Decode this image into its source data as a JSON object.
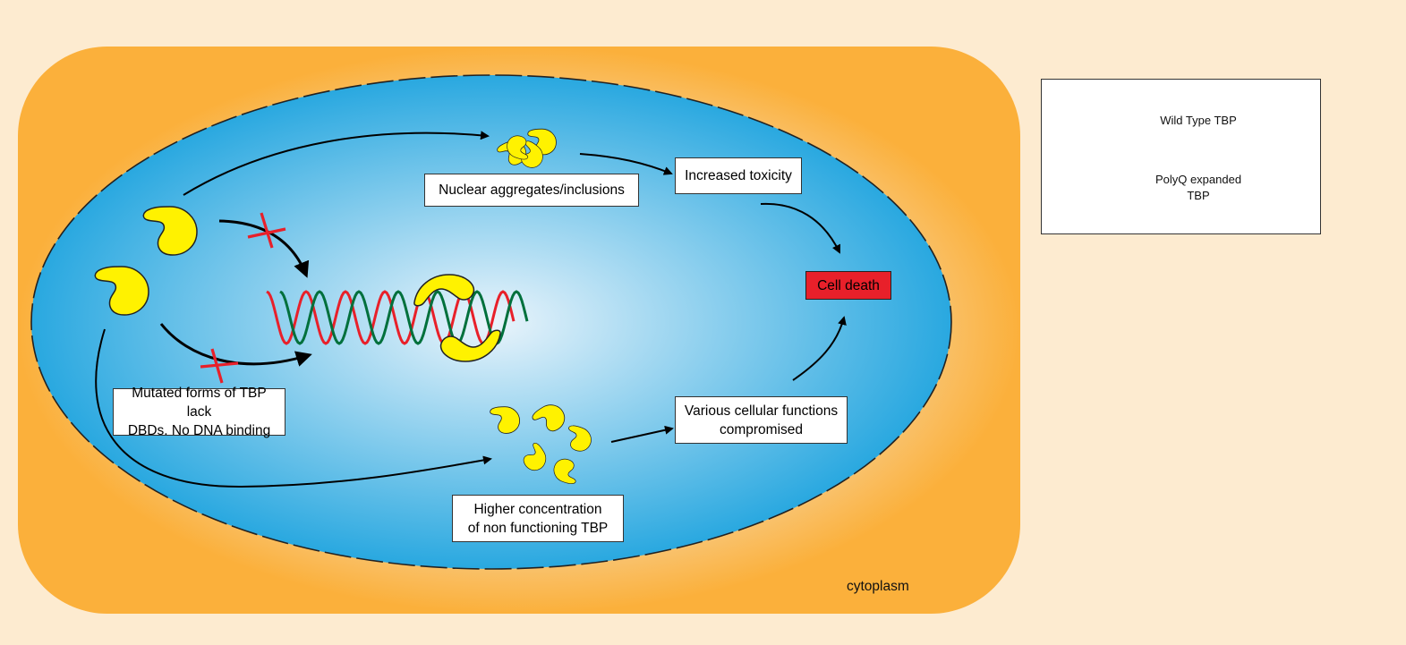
{
  "colors": {
    "cytoplasm_edge": "#fbb03b",
    "cytoplasm_center": "#f5dfbd",
    "nucleus_edge": "#29a8e0",
    "nucleus_center": "#eaf4fb",
    "protein": "#fff200",
    "dna_strand_a": "#e8202a",
    "dna_strand_b": "#00703c",
    "block_mark": "#e8202a",
    "cell_death_bg": "#e8202a"
  },
  "labels": {
    "aggregates": "Nuclear aggregates/inclusions",
    "toxicity": "Increased toxicity",
    "cell_death": "Cell death",
    "mutated": "Mutated forms of TBP lack\nDBDs. No DNA binding",
    "cellular": "Various cellular functions\ncompromised",
    "concentration": "Higher concentration\nof non functioning TBP",
    "cytoplasm": "cytoplasm"
  },
  "legend": {
    "wild_type": "Wild Type TBP",
    "polyq": "PolyQ expanded\nTBP"
  },
  "icons": {
    "wild_type": "wild-type-tbp-icon",
    "polyq": "polyq-tbp-icon",
    "block": "red-x-block-icon"
  }
}
